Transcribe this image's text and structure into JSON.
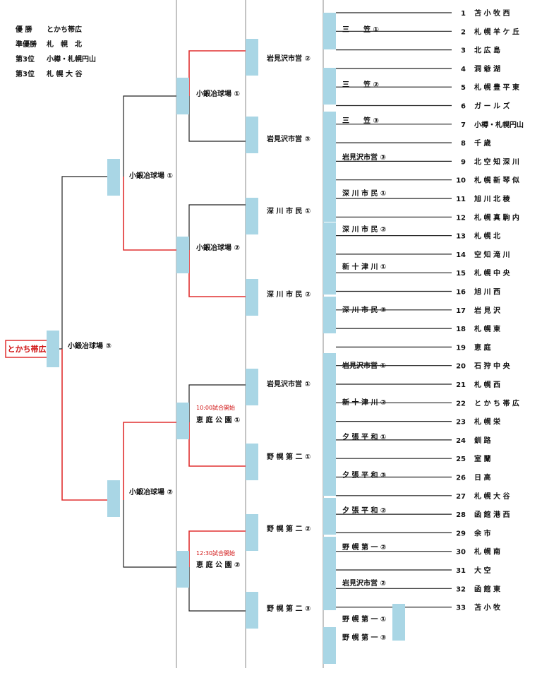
{
  "results": [
    {
      "label": "優 勝",
      "name": "とかち帯広"
    },
    {
      "label": "準優勝",
      "name": "札　幌　北"
    },
    {
      "label": "第3位",
      "name": "小樽・札幌円山"
    },
    {
      "label": "第3位",
      "name": "札 幌 大 谷"
    }
  ],
  "teams": [
    "苫 小 牧 西",
    "札 幌 羊 ケ 丘",
    "北 広 島",
    "洞 爺 湖",
    "札 幌 豊 平 東",
    "ガ ー ル ズ",
    "小樽・札幌円山",
    "千 歳",
    "北 空 知 深 川",
    "札 幌 新 琴 似",
    "旭 川 北 稜",
    "札 幌 真 駒 内",
    "札 幌 北",
    "空 知 滝 川",
    "札 幌 中 央",
    "旭 川 西",
    "岩 見 沢",
    "札 幌 東",
    "恵 庭",
    "石 狩 中 央",
    "札 幌 西",
    "と か ち 帯 広",
    "札 幌 栄",
    "釧 路",
    "室 蘭",
    "日 高",
    "札 幌 大 谷",
    "函 館 港 西",
    "余 市",
    "札 幌 南",
    "大 空",
    "函 館 東",
    "苫 小 牧"
  ],
  "champion": "とかち帯広",
  "venues": {
    "r1": [
      "三　　笠 ①",
      "三　　笠 ②",
      "三　　笠 ③",
      "岩見沢市営 ③",
      "深 川 市 民 ①",
      "深 川 市 民 ②",
      "新 十 津 川 ①",
      "深 川 市 民 ③",
      "岩見沢市営 ①",
      "新 十 津 川 ②",
      "夕 張 平 和 ①",
      "夕 張 平 和 ③",
      "夕 張 平 和 ②",
      "野 幌 第 一 ②",
      "岩見沢市営 ②",
      "野 幌 第 一 ③",
      "野 幌 第 一 ①"
    ],
    "r2": [
      "岩見沢市営 ②",
      "岩見沢市営 ③",
      "深 川 市 民 ①",
      "深 川 市 民 ②",
      "岩見沢市営 ①",
      "野 幌 第 二 ①",
      "野 幌 第 二 ②",
      "野 幌 第 二 ③"
    ],
    "r3": [
      "小鍛冶球場 ①",
      "小鍛冶球場 ②",
      "恵 庭 公 園 ①",
      "恵 庭 公 園 ②"
    ],
    "r4": [
      "小鍛冶球場 ①",
      "小鍛冶球場 ②"
    ],
    "final": "小鍛冶球場 ③"
  },
  "notes": [
    "10:00試合開始",
    "12:30試合開始"
  ]
}
